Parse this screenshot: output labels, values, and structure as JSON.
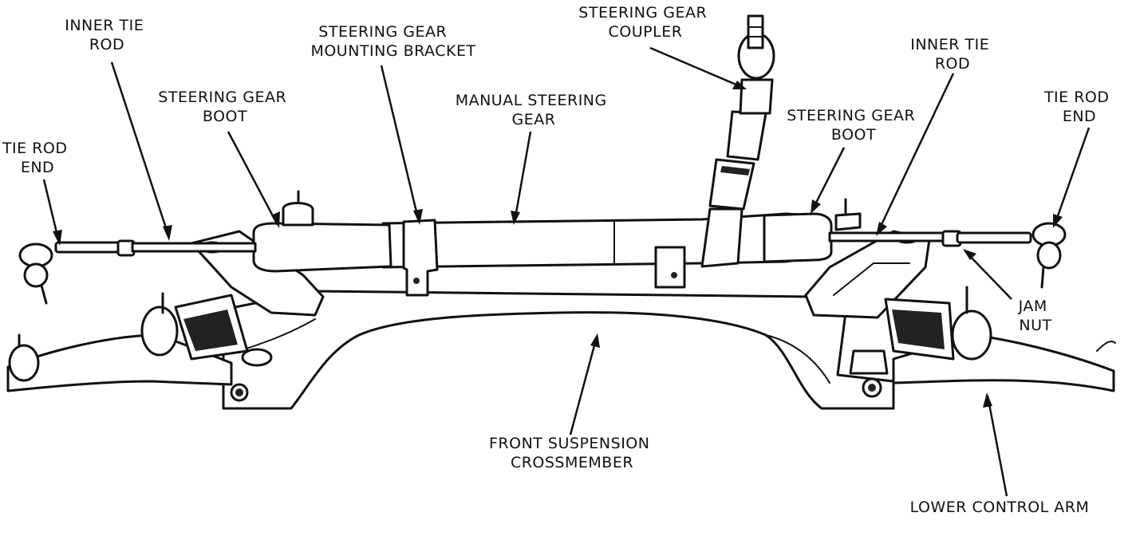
{
  "labels": {
    "inner_tie_rod_left": [
      "INNER TIE",
      "ROD"
    ],
    "mounting_bracket": [
      "STEERING GEAR",
      "MOUNTING BRACKET"
    ],
    "coupler": [
      "STEERING GEAR",
      "COUPLER"
    ],
    "inner_tie_rod_right": [
      "INNER TIE",
      "ROD"
    ],
    "boot_left": [
      "STEERING GEAR",
      "BOOT"
    ],
    "manual_gear": [
      "MANUAL STEERING",
      "GEAR"
    ],
    "boot_right": [
      "STEERING GEAR",
      "BOOT"
    ],
    "tie_rod_end_left": [
      "TIE ROD",
      "END"
    ],
    "tie_rod_end_right": [
      "TIE ROD",
      "END"
    ],
    "jam_nut": [
      "JAM",
      "NUT"
    ],
    "crossmember": [
      "FRONT SUSPENSION",
      "CROSSMEMBER"
    ],
    "lower_control_arm": [
      "LOWER CONTROL ARM"
    ]
  }
}
